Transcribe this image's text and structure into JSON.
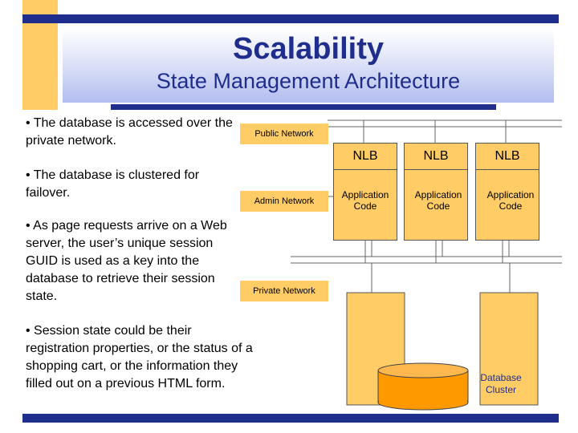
{
  "title": "Scalability",
  "subtitle": "State Management  Architecture",
  "bullets": [
    "• The database is accessed over the private network.",
    "• The database is clustered for failover.",
    "• As page requests arrive on a Web server,  the user’s unique session GUID is used as a key into the database to retrieve their session state.",
    "• Session state could be their registration properties, or the status of a shopping cart, or the information they filled out on a previous HTML form."
  ],
  "diagram": {
    "public_network": "Public Network",
    "admin_network": "Admin Network",
    "private_network": "Private Network",
    "servers": [
      {
        "nlb": "NLB",
        "app_line1": "Application",
        "app_line2": "Code"
      },
      {
        "nlb": "NLB",
        "app_line1": "Application",
        "app_line2": "Code"
      },
      {
        "nlb": "NLB",
        "app_line1": "Application",
        "app_line2": "Code"
      }
    ],
    "database_cluster_line1": "Database",
    "database_cluster_line2": "Cluster"
  },
  "colors": {
    "navy": "#1f2d8c",
    "orange": "#ffcc66",
    "db_orange": "#ff9900"
  }
}
